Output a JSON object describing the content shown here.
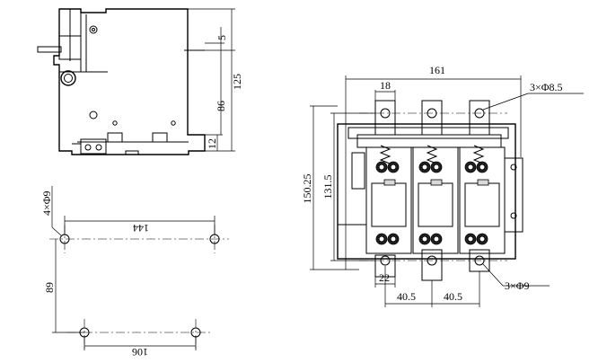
{
  "side_view": {
    "dims": {
      "top_gap": "5",
      "height_total": "125",
      "height_mid": "86",
      "height_base": "12"
    }
  },
  "mounting_view": {
    "dims": {
      "holes": "4×Φ9",
      "top_span": "144",
      "vertical_span": "89",
      "bottom_span": "106"
    }
  },
  "front_view": {
    "dims": {
      "width_total": "161",
      "terminal_width": "18",
      "top_holes": "3×Φ8.5",
      "height_total": "150.25",
      "height_body": "131.5",
      "bottom_terminal_width": "22",
      "bottom_holes": "3×Φ9",
      "pitch_left": "40.5",
      "pitch_right": "40.5"
    }
  }
}
